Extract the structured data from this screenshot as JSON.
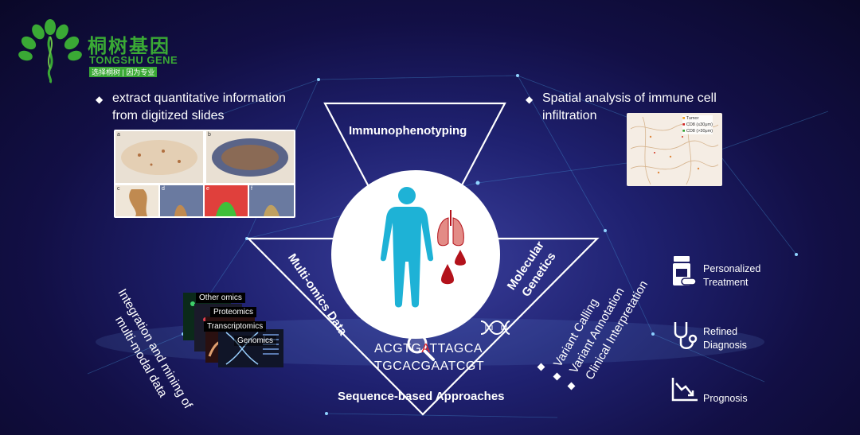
{
  "logo": {
    "name_cn": "桐树基因",
    "name_en": "TONGSHU GENE",
    "slogan": "选择桐树 | 因为专业"
  },
  "left_bullet": {
    "line1": "extract quantitative information",
    "line2": "from digitized slides"
  },
  "right_bullet": {
    "line1": "Spatial analysis of immune cell",
    "line2": "infiltration"
  },
  "spatial_legend": [
    "Tumor",
    "CD8 (≤30μm)",
    "CD8 (>30μm)"
  ],
  "slide_panel_labels": [
    "a",
    "b",
    "c",
    "d",
    "e",
    "f"
  ],
  "triangle": {
    "top": "Immunophenotyping",
    "left": "Multi-omics Data",
    "right": "Molecular Genetics",
    "bottom": "Sequence-based Approaches"
  },
  "sequence": {
    "top": [
      "ACGTG",
      "A",
      "TTAGCA"
    ],
    "bottom": "TGCACGAATCGT"
  },
  "integration": {
    "line1": "Integration and mining of",
    "line2": "multi-modal data"
  },
  "omics_layers": [
    "Other omics",
    "Proteomics",
    "Transcriptomics",
    "Genomics"
  ],
  "variant_steps": [
    "Variant Calling",
    "Variant Annotation",
    "Clinical Interpretation"
  ],
  "outcomes": [
    {
      "icon": "pill-bottle-icon",
      "label": "Personalized Treatment"
    },
    {
      "icon": "stethoscope-icon",
      "label": "Refined Diagnosis"
    },
    {
      "icon": "decline-chart-icon",
      "label": "Prognosis"
    }
  ],
  "colors": {
    "accent_blood": "#b3121b",
    "body_cyan": "#1eb2d6",
    "logo_green": "#3aa935",
    "seq_red": "#e1262c"
  }
}
